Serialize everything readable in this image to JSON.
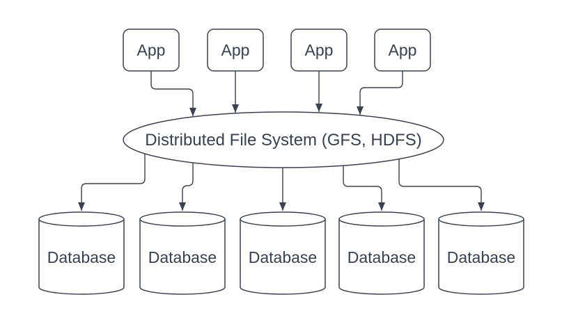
{
  "diagram": {
    "type": "architecture-flowchart",
    "nodes": {
      "apps": [
        {
          "id": "app-1",
          "label": "App"
        },
        {
          "id": "app-2",
          "label": "App"
        },
        {
          "id": "app-3",
          "label": "App"
        },
        {
          "id": "app-4",
          "label": "App"
        }
      ],
      "dfs": {
        "id": "dfs",
        "label": "Distributed File System (GFS, HDFS)"
      },
      "databases": [
        {
          "id": "db-1",
          "label": "Database"
        },
        {
          "id": "db-2",
          "label": "Database"
        },
        {
          "id": "db-3",
          "label": "Database"
        },
        {
          "id": "db-4",
          "label": "Database"
        },
        {
          "id": "db-5",
          "label": "Database"
        }
      ]
    },
    "edges": [
      {
        "from": "app-1",
        "to": "dfs",
        "arrow": "end"
      },
      {
        "from": "app-2",
        "to": "dfs",
        "arrow": "end"
      },
      {
        "from": "app-3",
        "to": "dfs",
        "arrow": "end"
      },
      {
        "from": "app-4",
        "to": "dfs",
        "arrow": "end"
      },
      {
        "from": "dfs",
        "to": "db-1",
        "arrow": "end"
      },
      {
        "from": "dfs",
        "to": "db-2",
        "arrow": "end"
      },
      {
        "from": "dfs",
        "to": "db-3",
        "arrow": "end"
      },
      {
        "from": "dfs",
        "to": "db-4",
        "arrow": "end"
      },
      {
        "from": "dfs",
        "to": "db-5",
        "arrow": "end"
      }
    ],
    "colors": {
      "stroke": "#39404e",
      "text": "#39404e",
      "shape_fill": "#ffffff",
      "background": "#ffffff"
    }
  }
}
